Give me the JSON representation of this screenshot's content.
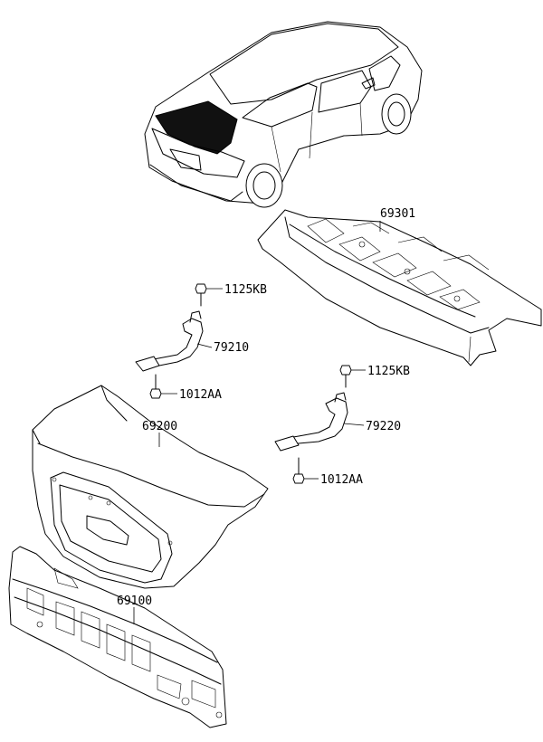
{
  "labels": {
    "rear_shelf": "69301",
    "bolt_left_top": "1125KB",
    "hinge_left": "79210",
    "bolt_left_bottom": "1012AA",
    "bolt_right_top": "1125KB",
    "hinge_right": "79220",
    "bolt_right_bottom": "1012AA",
    "trunk_lid": "69200",
    "back_panel": "69100"
  },
  "colors": {
    "line": "#000000",
    "background": "#ffffff",
    "glass": "#111111"
  }
}
